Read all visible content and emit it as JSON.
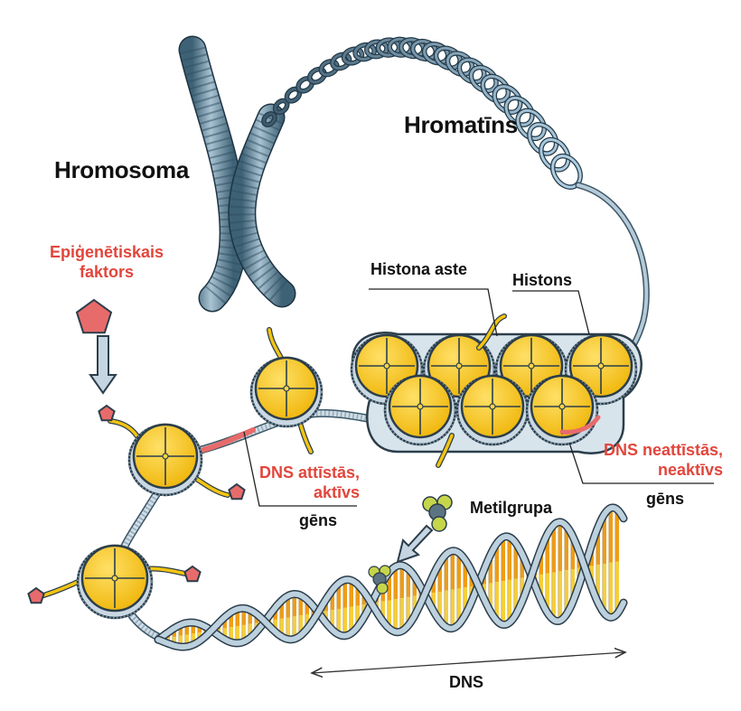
{
  "labels": {
    "chromosome": "Hromosoma",
    "chromatin": "Hromatīns",
    "epigenetic_line1": "Epiģenētiskais",
    "epigenetic_line2": "faktors",
    "histone_tail": "Histona aste",
    "histone": "Histons",
    "dna_unwound_line1": "DNS attīstās,",
    "dna_unwound_line2": "aktīvs",
    "gene_active": "gēns",
    "dna_wound_line1": "DNS neattīstās,",
    "dna_wound_line2": "neaktīvs",
    "gene_inactive": "gēns",
    "methyl_group": "Metilgrupa",
    "dna": "DNS"
  },
  "colors": {
    "chromosome_blue": "#6f93ab",
    "histone_yellow": "#f2c412",
    "dna_backbone": "#bcd0dd",
    "base_orange": "#ef9d16",
    "epigenetic_red": "#e86b6b",
    "label_red": "#e2463c",
    "methyl_green": "#c6d64a"
  }
}
